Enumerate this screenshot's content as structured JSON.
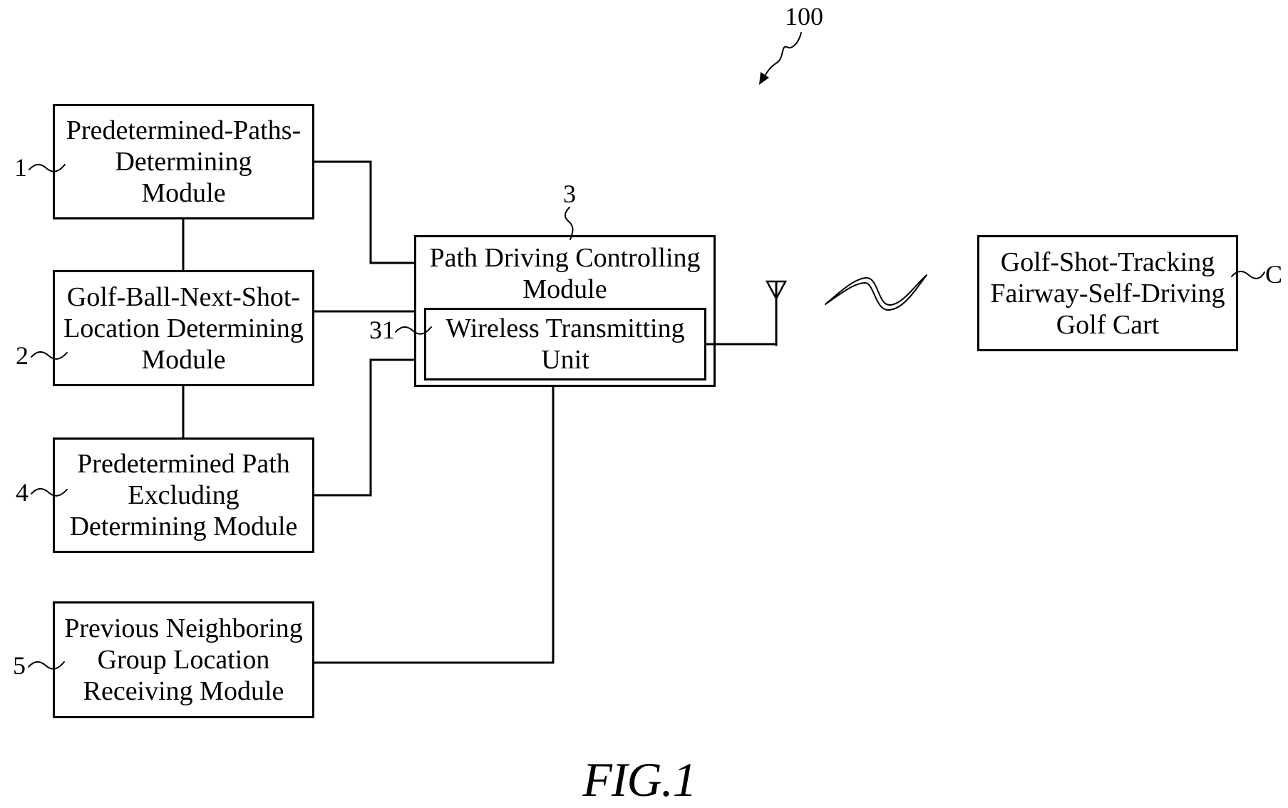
{
  "figure": {
    "reference_numeral": "100",
    "caption": "FIG.1"
  },
  "modules": {
    "predetermined_paths_determining": {
      "ref": "1",
      "lines": [
        "Predetermined-Paths-",
        "Determining",
        "Module"
      ]
    },
    "next_shot_location_determining": {
      "ref": "2",
      "lines": [
        "Golf-Ball-Next-Shot-",
        "Location Determining",
        "Module"
      ]
    },
    "path_driving_controlling": {
      "ref": "3",
      "lines": [
        "Path Driving Controlling",
        "Module"
      ],
      "wireless_transmitting_unit": {
        "ref": "31",
        "lines": [
          "Wireless Transmitting",
          "Unit"
        ]
      }
    },
    "predetermined_path_excluding": {
      "ref": "4",
      "lines": [
        "Predetermined Path",
        "Excluding",
        "Determining Module"
      ]
    },
    "previous_neighboring_group_location_receiving": {
      "ref": "5",
      "lines": [
        "Previous Neighboring",
        "Group Location",
        "Receiving Module"
      ]
    }
  },
  "golf_cart": {
    "ref": "C",
    "lines": [
      "Golf-Shot-Tracking",
      "Fairway-Self-Driving",
      "Golf Cart"
    ]
  },
  "icons": {
    "antenna": "antenna-icon",
    "signal": "wireless-signal-icon",
    "reference_arrow": "arrow-icon"
  },
  "colors": {
    "ink": "#000000",
    "paper": "#ffffff"
  }
}
